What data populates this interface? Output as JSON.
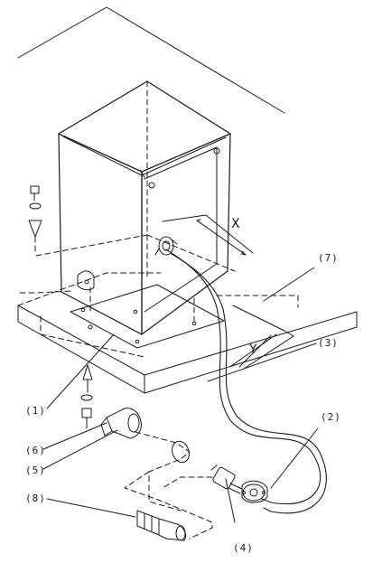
{
  "callouts": {
    "c1": "(1)",
    "c2": "(2)",
    "c3": "(3)",
    "c4": "(4)",
    "c5": "(5)",
    "c6": "(6)",
    "c7": "(7)",
    "c8": "(8)"
  },
  "dimensions": {
    "x": "X",
    "y": "Y"
  },
  "colors": {
    "line": "#1a1a1a",
    "background": "#ffffff"
  },
  "icons": [
    "bolt-icon",
    "washer-icon",
    "direction-arrow-icon",
    "connector-plug-icon",
    "flange-connector-icon",
    "o-ring-icon"
  ]
}
